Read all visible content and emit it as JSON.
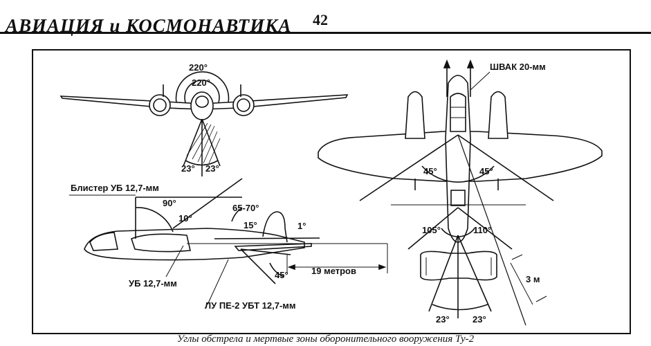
{
  "header": {
    "title": "АВИАЦИЯ и КОСМОНАВТИКА",
    "page_number": "42"
  },
  "front_view": {
    "angle_outer": "220°",
    "angle_inner": "220°",
    "dead_left": "23°",
    "dead_right": "23°"
  },
  "side_view": {
    "blister_label": "Блистер УБ 12,7-мм",
    "angle_90": "90°",
    "angle_10": "10°",
    "angle_65_70": "65-70°",
    "angle_15": "15°",
    "angle_1": "1°",
    "angle_45": "45°",
    "distance": "19 метров",
    "ub_label": "УБ 12,7-мм",
    "lu_label": "ЛУ ПЕ-2 УБТ 12,7-мм"
  },
  "top_view": {
    "shvak_label": "ШВАК 20-мм",
    "angle_45_left": "45°",
    "angle_45_right": "45°",
    "angle_105": "105°",
    "angle_110": "110°",
    "angle_23_left": "23°",
    "angle_23_right": "23°",
    "span_3m": "3 м"
  },
  "caption": "Углы обстрела и мертвые зоны оборонительного вооружения Ту-2"
}
